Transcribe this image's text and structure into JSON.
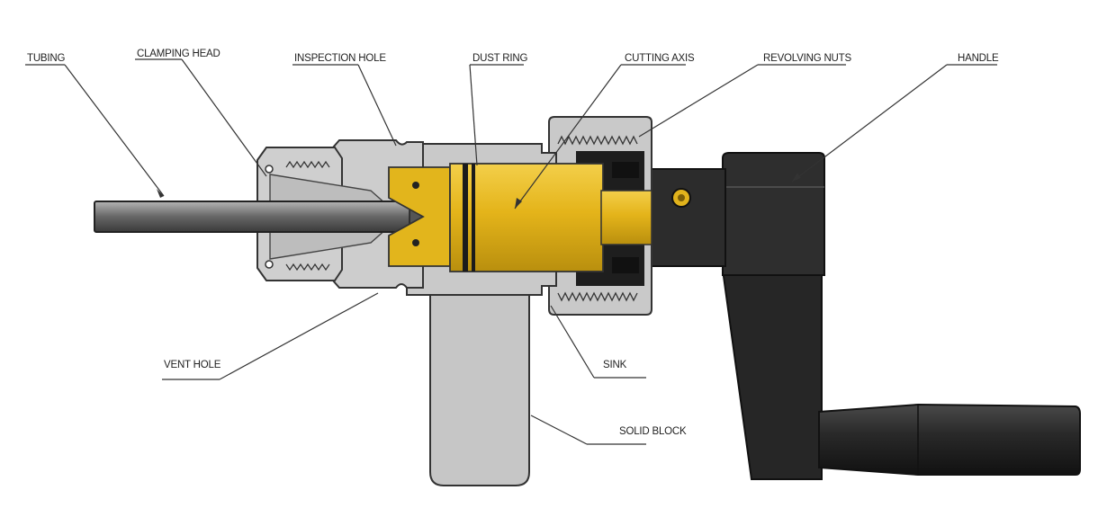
{
  "labels": {
    "tubing": "TUBING",
    "clamping_head": "CLAMPING HEAD",
    "inspection_hole": "INSPECTION HOLE",
    "dust_ring": "DUST RING",
    "cutting_axis": "CUTTING AXIS",
    "revolving_nuts": "REVOLVING NUTS",
    "handle": "HANDLE",
    "vent_hole": "VENT HOLE",
    "sink": "SINK",
    "solid_block": "SOLID BLOCK"
  },
  "colors": {
    "steel": "#c9c9c9",
    "steel_dark": "#8d8d8d",
    "gold": "#e2b51c",
    "gold_dark": "#9c7a0c",
    "handle": "#2c2c2c",
    "line": "#222222"
  }
}
